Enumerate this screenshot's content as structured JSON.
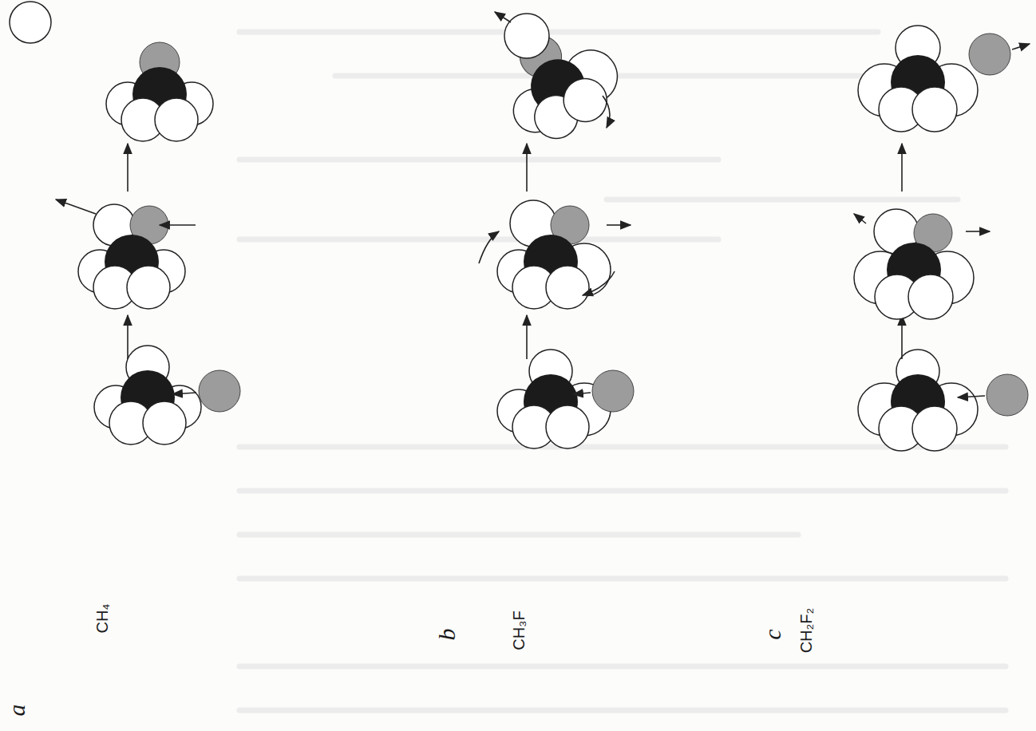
{
  "diagram": {
    "labels": [
      "a",
      "CH₄",
      "b",
      "CH₃F",
      "c",
      "CH₂F₂"
    ]
  }
}
